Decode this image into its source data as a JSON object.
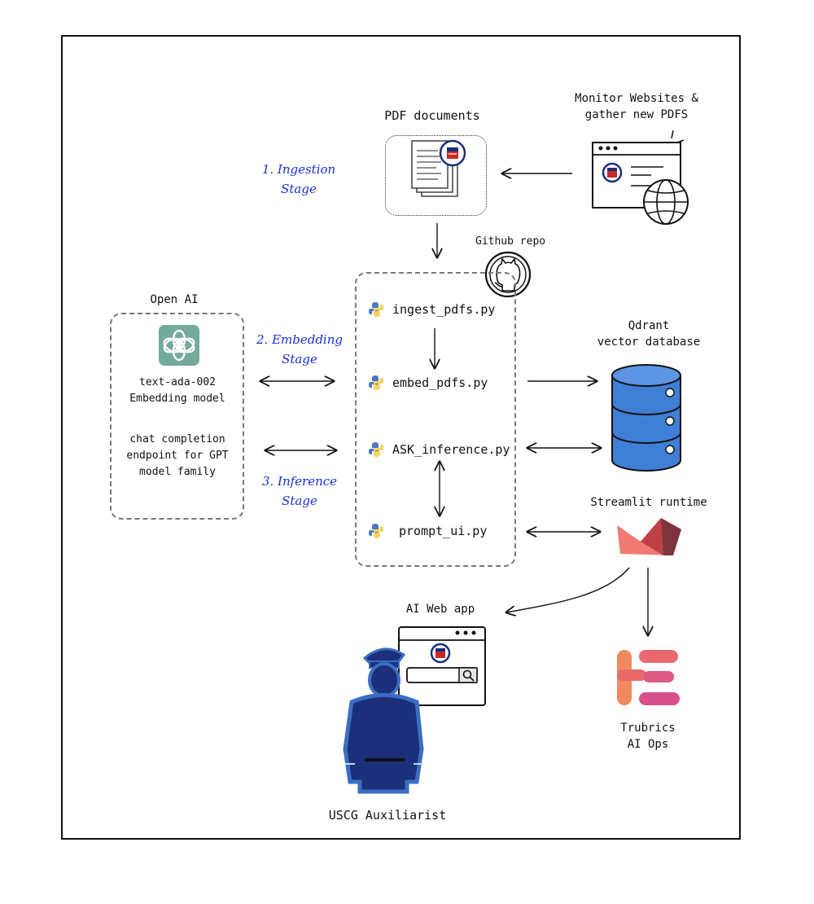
{
  "labels": {
    "pdf_documents": "PDF documents",
    "monitor_line1": "Monitor Websites &",
    "monitor_line2": "gather new PDFS",
    "github_repo": "Github repo",
    "open_ai": "Open AI",
    "embedding_model_line1": "text-ada-002",
    "embedding_model_line2": "Embedding model",
    "chat_line1": "chat completion",
    "chat_line2": "endpoint for GPT",
    "chat_line3": "model family",
    "qdrant_line1": "Qdrant",
    "qdrant_line2": "vector database",
    "streamlit": "Streamlit runtime",
    "web_app": "AI Web app",
    "trubrics_line1": "Trubrics",
    "trubrics_line2": "AI Ops",
    "auxiliarist": "USCG Auxiliarist"
  },
  "stages": {
    "ingestion_line1": "1. Ingestion",
    "ingestion_line2": "Stage",
    "embedding_line1": "2. Embedding",
    "embedding_line2": "Stage",
    "inference_line1": "3. Inference",
    "inference_line2": "Stage"
  },
  "files": {
    "ingest": "ingest_pdfs.py",
    "embed": "embed_pdfs.py",
    "ask": "ASK_inference.py",
    "prompt": "prompt_ui.py"
  },
  "icons": [
    "document-stack-icon",
    "uscg-seal-icon",
    "browser-window-icon",
    "globe-icon",
    "github-icon",
    "openai-icon",
    "python-icon",
    "database-icon",
    "streamlit-icon",
    "trubrics-icon",
    "person-icon",
    "search-icon"
  ],
  "colors": {
    "stage_text": "#1a2fd6",
    "openai_teal": "#74aa9c",
    "db_blue": "#3f7fd6",
    "streamlit_red": "#f07b74",
    "trubrics_orange": "#f08a5d",
    "trubrics_pink": "#d94f8c",
    "person_navy": "#1b2f7a"
  }
}
